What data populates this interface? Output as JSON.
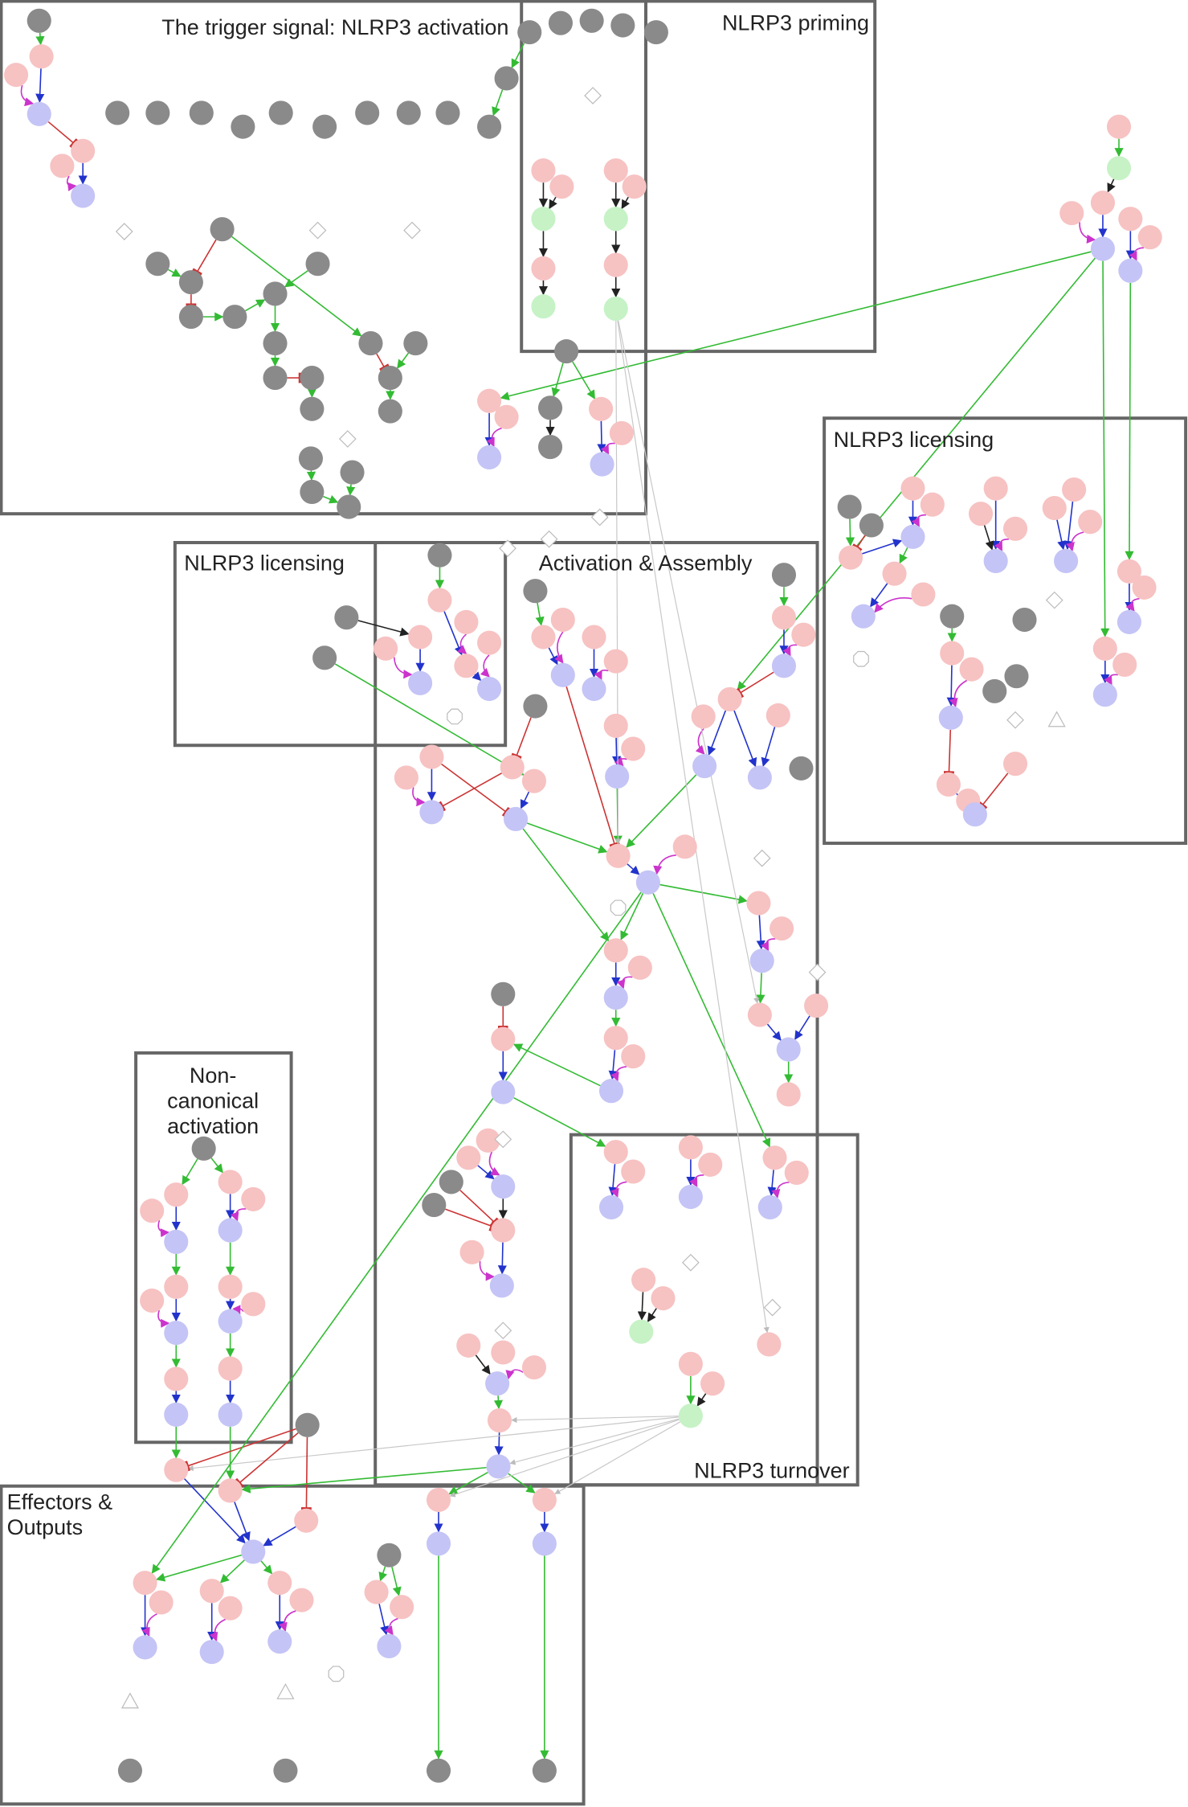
{
  "colors": {
    "box_stroke": "#666666",
    "species_gray": "#8a8a8a",
    "species_pink": "#f7c2c2",
    "species_blue": "#c4c4f6",
    "species_green": "#c6f2c6",
    "edge_green": "#33bb33",
    "edge_black": "#222222",
    "edge_red": "#cc3333",
    "edge_blue": "#2233cc",
    "edge_magenta": "#cc33cc",
    "edge_lightgray": "#c8c8c8"
  },
  "groups": [
    {
      "id": "trigger",
      "lines": [
        "The trigger signal: NLRP3 activation"
      ]
    },
    {
      "id": "priming",
      "lines": [
        "NLRP3 priming"
      ]
    },
    {
      "id": "licensing_right",
      "lines": [
        "NLRP3 licensing"
      ]
    },
    {
      "id": "licensing_left",
      "lines": [
        "NLRP3 licensing"
      ]
    },
    {
      "id": "activation",
      "lines": [
        "Activation & Assembly"
      ]
    },
    {
      "id": "noncanonical",
      "lines": [
        "Non-",
        "canonical",
        "activation"
      ]
    },
    {
      "id": "turnover",
      "lines": [
        "NLRP3 turnover"
      ]
    },
    {
      "id": "effectors",
      "lines": [
        "Effectors &",
        "Outputs"
      ]
    }
  ]
}
